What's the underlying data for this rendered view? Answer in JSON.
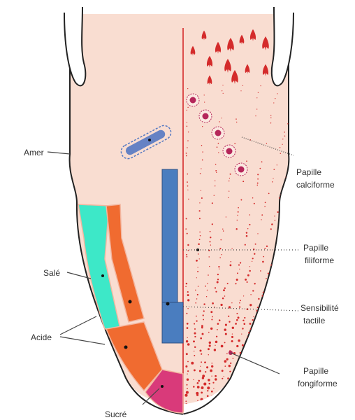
{
  "labels": {
    "bitter": "Amer",
    "salty": "Salé",
    "sour": "Acide",
    "sweet": "Sucré",
    "circumvallate_line1": "Papille",
    "circumvallate_line2": "calciforme",
    "filiform_line1": "Papille",
    "filiform_line2": "filiforme",
    "tactile_line1": "Sensibilité",
    "tactile_line2": "tactile",
    "fungiform_line1": "Papille",
    "fungiform_line2": "fongiforme"
  },
  "colors": {
    "tongue": "#f9ddd1",
    "outline": "#222222",
    "papilla_red": "#d42b2b",
    "circumvallate": "#b5265a",
    "bitter_zone": "#5478c2",
    "salty_zone": "#3de8c8",
    "sour_zone": "#f06b30",
    "sweet_zone": "#d93a7a",
    "sensory_bar": "#4a7dbf"
  },
  "icons": {
    "filiform_papillae": "flame-shaped-papilla-icon",
    "circumvallate_papillae": "ringed-papilla-icon"
  }
}
